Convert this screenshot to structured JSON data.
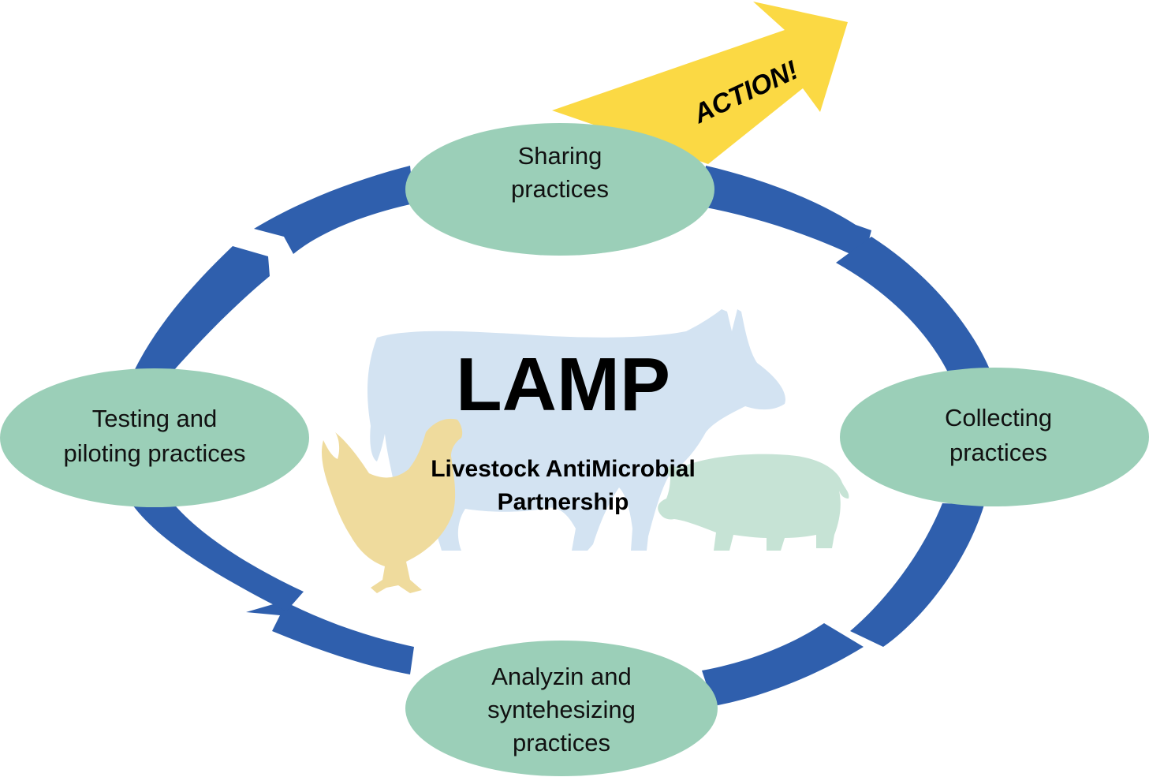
{
  "diagram": {
    "title": "LAMP",
    "subtitle_lines": [
      "Livestock AntiMicrobial",
      "Partnership"
    ],
    "action_label": "ACTION!",
    "nodes": {
      "top": [
        "Sharing",
        "practices"
      ],
      "right": [
        "Collecting",
        "practices"
      ],
      "bottom": [
        "Analyzin and",
        "syntehesizing",
        "practices"
      ],
      "left": [
        "Testing and",
        "piloting practices"
      ]
    },
    "icons": [
      "cow-silhouette-icon",
      "chicken-silhouette-icon",
      "pig-silhouette-icon"
    ]
  },
  "colors": {
    "cycle_blue": "#2f5fad",
    "node_green": "#9bcfb8",
    "action_yellow": "#fbd944",
    "cow_blue": "#d3e3f2",
    "chicken_yellow": "#efdb9d",
    "pig_green": "#c6e3d5"
  }
}
